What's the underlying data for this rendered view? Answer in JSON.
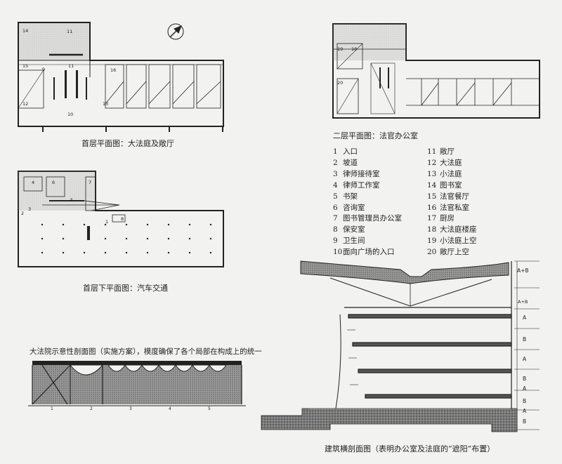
{
  "captions": {
    "ground_floor": "首层平面图：大法庭及敞厅",
    "second_floor": "二层平面图：法官办公室",
    "basement": "首层下平面图：汽车交通",
    "section_concept": "大法院示意性剖面图（实施方案），模度确保了各个局部在构成上的统一",
    "cross_section": "建筑横剖面图（表明办公室及法庭的“遮阳”布置）"
  },
  "legend": {
    "left": [
      {
        "n": "1",
        "label": "入口"
      },
      {
        "n": "2",
        "label": "坡道"
      },
      {
        "n": "3",
        "label": "律师接待室"
      },
      {
        "n": "4",
        "label": "律师工作室"
      },
      {
        "n": "5",
        "label": "书架"
      },
      {
        "n": "6",
        "label": "咨询室"
      },
      {
        "n": "7",
        "label": "图书管理员办公室"
      },
      {
        "n": "8",
        "label": "保安室"
      },
      {
        "n": "9",
        "label": "卫生间"
      },
      {
        "n": "10",
        "label": "面向广场的入口"
      }
    ],
    "right": [
      {
        "n": "11",
        "label": "敞厅"
      },
      {
        "n": "12",
        "label": "大法庭"
      },
      {
        "n": "13",
        "label": "小法庭"
      },
      {
        "n": "14",
        "label": "图书室"
      },
      {
        "n": "15",
        "label": "法官餐厅"
      },
      {
        "n": "16",
        "label": "法官私室"
      },
      {
        "n": "17",
        "label": "厨房"
      },
      {
        "n": "18",
        "label": "大法庭楼座"
      },
      {
        "n": "19",
        "label": "小法庭上空"
      },
      {
        "n": "20",
        "label": "敞厅上空"
      }
    ]
  },
  "plan_labels": {
    "ground": [
      "14",
      "11",
      "15",
      "9",
      "11",
      "16",
      "12",
      "13",
      "10"
    ],
    "second": [
      "19",
      "18",
      "20"
    ],
    "basement": [
      "4",
      "6",
      "7",
      "5",
      "3",
      "2",
      "1",
      "8"
    ]
  },
  "section_bays": [
    "1",
    "2",
    "3",
    "4",
    "5"
  ],
  "cross_labels": [
    "A+B",
    "A+B",
    "A",
    "B",
    "A",
    "B",
    "A",
    "B",
    "A",
    "B"
  ],
  "colors": {
    "ink": "#1e1e1e",
    "paper": "#f2f2f0",
    "hatch": "#8a8a8a",
    "dark": "#4a4a4a"
  }
}
